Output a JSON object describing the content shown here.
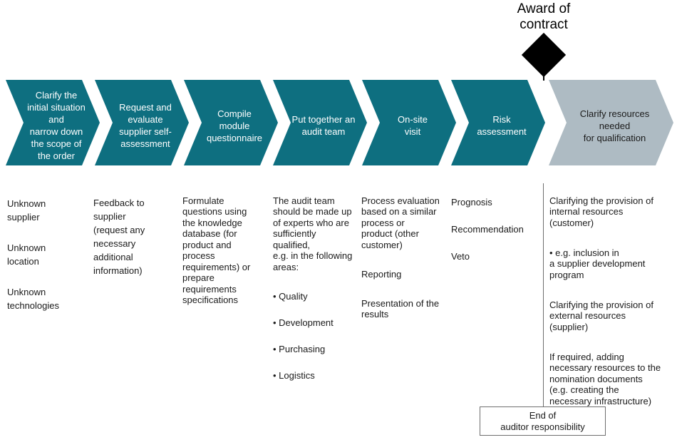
{
  "colors": {
    "chevron_teal": "#0e6f80",
    "chevron_gray": "#aebbc3",
    "milestone_black": "#000000",
    "line_gray": "#6e6e6e"
  },
  "milestone": {
    "label": "Award of\ncontract"
  },
  "steps": [
    {
      "label": "Clarify the\ninitial situation\nand\nnarrow down\nthe scope of\nthe order",
      "paragraphs": [
        "Unknown\nsupplier",
        "Unknown\nlocation",
        "Unknown\ntechnologies"
      ]
    },
    {
      "label": "Request and\nevaluate\nsupplier self-\nassessment",
      "paragraphs": [
        "Feedback to\nsupplier\n(request any\nnecessary\nadditional\ninformation)"
      ]
    },
    {
      "label": "Compile\nmodule\nquestionnaire",
      "paragraphs": [
        "Formulate\nquestions using\nthe knowledge\ndatabase (for\nproduct and\nprocess\nrequirements) or\nprepare\nrequirements\nspecifications"
      ]
    },
    {
      "label": "Put together an\naudit team",
      "paragraphs": [
        "The audit team\nshould be made up\nof experts who are\nsufficiently\nqualified,\ne.g. in the following\nareas:"
      ],
      "bullets": [
        "• Quality",
        "• Development",
        "• Purchasing",
        "• Logistics"
      ]
    },
    {
      "label": "On-site\nvisit",
      "paragraphs": [
        "Process evaluation\nbased on a similar\nprocess or\nproduct (other\ncustomer)",
        "Reporting",
        "Presentation of the\nresults"
      ]
    },
    {
      "label": "Risk\nassessment",
      "paragraphs": [
        "Prognosis",
        "Recommendation",
        "Veto"
      ]
    },
    {
      "label": "Clarify resources\nneeded\nfor qualification",
      "paragraphs": [
        "Clarifying the provision of\ninternal resources\n(customer)",
        "• e.g. inclusion in\na supplier development\nprogram",
        "Clarifying the provision of\nexternal resources\n(supplier)",
        "If required, adding\nnecessary resources to the\nnomination documents\n(e.g. creating the\nnecessary infrastructure)"
      ]
    }
  ],
  "end_box": {
    "label": "End of\nauditor responsibility"
  }
}
